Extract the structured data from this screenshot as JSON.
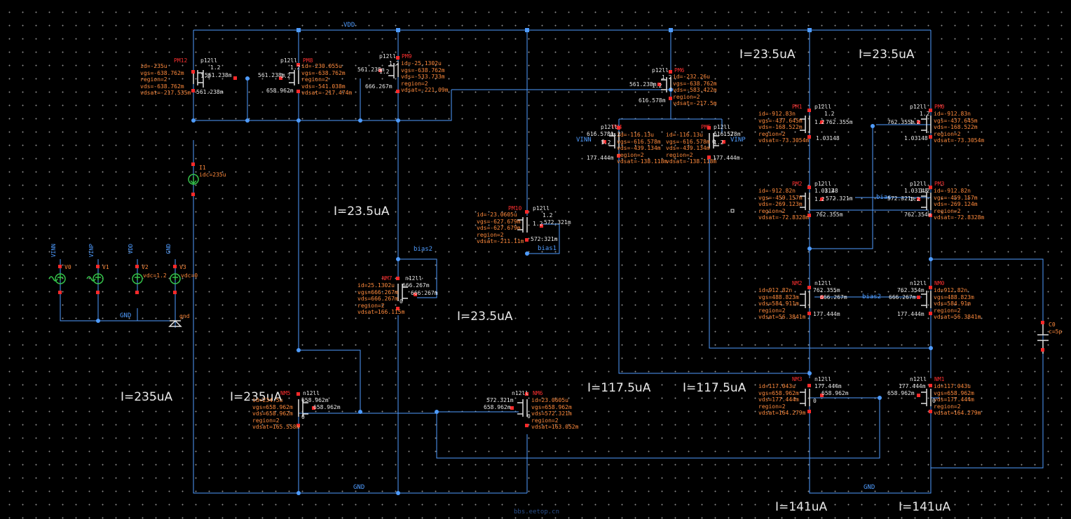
{
  "nets": {
    "vdd": "VDD",
    "gnd_bottom": "GND",
    "gnd_right": "GND",
    "gnd_src": "GND",
    "bias1": "bias1",
    "bias2": "bias2",
    "bias2_r": "bias2",
    "bias_r": "bias",
    "vinn": "VINN",
    "vinp": "VINP"
  },
  "currents": [
    "I=23.5uA",
    "I=23.5uA",
    "I=23.5uA",
    "I=23.5uA",
    "I=235uA",
    "I=235uA",
    "I=117.5uA",
    "I=117.5uA",
    "I=141uA",
    "I=141uA"
  ],
  "sources": {
    "v0": {
      "name": "V0",
      "net": "VINN"
    },
    "v1": {
      "name": "V1",
      "net": "VINP"
    },
    "v2": {
      "name": "V2",
      "net": "VDD",
      "val": "vdc=1.2"
    },
    "v3": {
      "name": "V3",
      "net": "GND",
      "val": "vdc=0"
    },
    "i1": {
      "name": "I1",
      "val": "idc=235u"
    },
    "gnd_sym": "gnd",
    "c0": {
      "name": "C0",
      "val": "c=5p"
    }
  },
  "devices": {
    "PM12": {
      "name": "PM12",
      "model": "p12ll",
      "lines": [
        "id=-235u",
        "vgs=-638.762m",
        "region=2",
        "vds=-638.762m",
        "vdsat=-217.535m"
      ],
      "wl": [
        "1.2",
        "1.2"
      ],
      "nodes": [
        "561.238m",
        "561.238m"
      ]
    },
    "PM8": {
      "name": "PM8",
      "model": "p12ll",
      "lines": [
        "id=-230.055u",
        "vgs=-638.762m",
        "region=2",
        "vds=-541.038m",
        "vdsat=-217.474m"
      ],
      "wl": [
        "1.2",
        "1.2"
      ],
      "nodes": [
        "561.238m",
        "658.962m"
      ]
    },
    "PM9": {
      "name": "PM9",
      "model": "p12ll",
      "lines": [
        "id=-25.1302u",
        "vgs=-638.762m",
        "vds=-533.733m",
        "region=2",
        "vdsat=-221.09m"
      ],
      "wl": [
        "1.2",
        "1.2"
      ],
      "nodes": [
        "561.238m",
        "666.267m"
      ]
    },
    "PM6": {
      "name": "PM6",
      "model": "p12ll",
      "lines": [
        "id=-232.26u",
        "vgs=-638.762m",
        "vds=-583.422m",
        "region=2",
        "vdsat=-217.5m"
      ],
      "wl": [
        "1.2",
        "1.2"
      ],
      "nodes": [
        "561.238m",
        "616.578m"
      ]
    },
    "PM4": {
      "name": "PM4",
      "model": "p12ll",
      "lines": [
        "id=-116.13u",
        "vgs=-616.578m",
        "vds=-439.134m",
        "region=2",
        "vdsat=-138.118m"
      ],
      "wl": [
        "1.2",
        "1.2"
      ],
      "nodes": [
        "616.578m",
        "177.444m",
        "0"
      ]
    },
    "PM5": {
      "name": "PM5",
      "model": "p12ll",
      "lines": [
        "id=-116.13u",
        "vgs=-616.578m",
        "vds=-439.134m",
        "region=2",
        "vdsat=-138.118m"
      ],
      "wl": [
        "1.2",
        "1.2"
      ],
      "nodes": [
        "616.578m",
        "177.444m",
        "0"
      ]
    },
    "PM10": {
      "name": "PM10",
      "model": "p12ll",
      "lines": [
        "id=-23.0605u",
        "vgs=-627.679m",
        "vds=-627.679m",
        "region=2",
        "vdsat=-211.11m"
      ],
      "wl": [
        "1.2",
        "1.2"
      ],
      "nodes": [
        "572.321m",
        "572.321m"
      ]
    },
    "PM1": {
      "name": "PM1",
      "model": "p12ll",
      "lines": [
        "id=-912.83n",
        "vgs=-437.645m",
        "vds=-168.522m",
        "region=2",
        "vdsat=-73.3054m"
      ],
      "wl": [
        "1.2",
        "1.2"
      ],
      "nodes": [
        "762.355m",
        "1.03148"
      ]
    },
    "PM0": {
      "name": "PM0",
      "model": "p12ll",
      "lines": [
        "id=-912.83n",
        "vgs=-437.645m",
        "vds=-168.522m",
        "region=2",
        "vdsat=-73.3054m"
      ],
      "wl": [
        "1.2",
        "1.2"
      ],
      "nodes": [
        "762.355m",
        "1.03148"
      ]
    },
    "PM2": {
      "name": "PM2",
      "model": "p12ll",
      "lines": [
        "id=-912.82n",
        "vgs=-459.157m",
        "vds=-269.123m",
        "region=2",
        "vdsat=-72.8328m"
      ],
      "wl": [
        "1.2",
        "1.2"
      ],
      "nodes": [
        "1.03148",
        "572.321m",
        "762.355m"
      ]
    },
    "PM3": {
      "name": "PM3",
      "model": "p12ll",
      "lines": [
        "id=-912.82n",
        "vgs=-459.157m",
        "vds=-269.124m",
        "region=2",
        "vdsat=-72.8328m"
      ],
      "wl": [
        "1.2",
        "1.2"
      ],
      "nodes": [
        "1.03148",
        "572.321m",
        "762.354m"
      ]
    },
    "NM7": {
      "name": "NM7",
      "model": "n12ll",
      "lines": [
        "id=25.1302u",
        "vgs=666.267m",
        "vds=666.267m",
        "region=2",
        "vdsat=166.115m"
      ],
      "nodes": [
        "666.267m",
        "666.267m",
        "0"
      ]
    },
    "NM2": {
      "name": "NM2",
      "model": "n12ll",
      "lines": [
        "id=912.82n",
        "vgs=488.823m",
        "vds=584.911m",
        "region=2",
        "vdsat=56.3841m"
      ],
      "nodes": [
        "762.355m",
        "666.267m",
        "177.444m"
      ]
    },
    "NM0": {
      "name": "NM0",
      "model": "n12ll",
      "lines": [
        "id=912.82n",
        "vgs=488.823m",
        "vds=584.91m",
        "region=2",
        "vdsat=56.3841m"
      ],
      "nodes": [
        "762.354m",
        "666.267m",
        "177.444m"
      ]
    },
    "NM5": {
      "name": "NM5",
      "model": "n12ll",
      "lines": [
        "id=234.5u",
        "vgs=658.962m",
        "vds=658.962m",
        "region=2",
        "vdsat=165.558m"
      ],
      "nodes": [
        "658.962m",
        "658.962m",
        "0"
      ]
    },
    "NM6": {
      "name": "NM6",
      "model": "n12ll",
      "lines": [
        "id=23.0605u",
        "vgs=658.962m",
        "vds=572.321m",
        "region=2",
        "vdsat=163.052m"
      ],
      "nodes": [
        "572.321m",
        "658.962m",
        "0"
      ]
    },
    "NM3": {
      "name": "NM3",
      "model": "n12ll",
      "lines": [
        "id=117.043u",
        "vgs=658.962m",
        "vds=177.444m",
        "region=2",
        "vdsat=164.279m"
      ],
      "nodes": [
        "177.444m",
        "658.962m",
        "0"
      ]
    },
    "NM1": {
      "name": "NM1",
      "model": "n12ll",
      "lines": [
        "id=117.043u",
        "vgs=658.962m",
        "vds=177.444m",
        "region=2",
        "vdsat=164.279m"
      ],
      "nodes": [
        "177.444m",
        "658.962m",
        "0"
      ]
    }
  },
  "watermark": "bbs.eetop.cn",
  "colors": {
    "wire": "#4f9cff",
    "param": "#ff8a3c",
    "pin": "#ff3030",
    "device": "#e0e0e0",
    "background": "#000000"
  }
}
